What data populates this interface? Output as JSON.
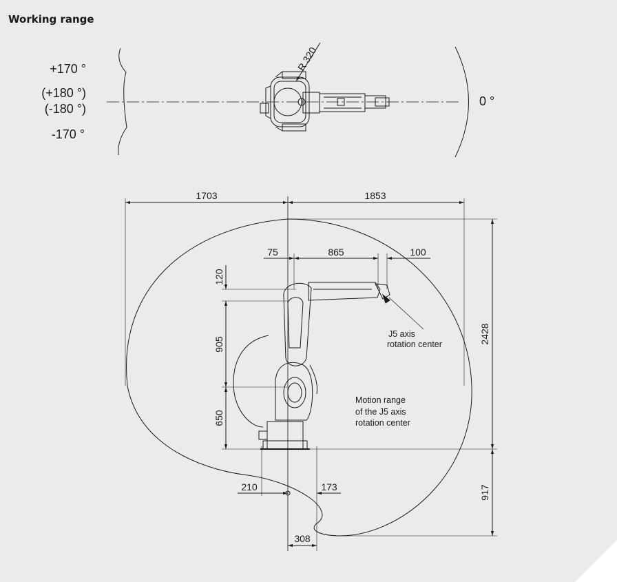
{
  "title": "Working range",
  "colors": {
    "background": "#ebebeb",
    "line": "#1a1a1a",
    "corner": "#ffffff"
  },
  "top_view": {
    "angles": {
      "pos170": "+170 °",
      "pos180": "(+180 °)",
      "neg180": "(-180 °)",
      "neg170": "-170 °",
      "zero": "0 °"
    },
    "radius_label": "R 320"
  },
  "side_view": {
    "dimensions": {
      "width_left": "1703",
      "width_right": "1853",
      "offset_75": "75",
      "link_865": "865",
      "flange_100": "100",
      "offset_120": "120",
      "link_905": "905",
      "base_650": "650",
      "height_2428": "2428",
      "depth_917": "917",
      "base_210": "210",
      "base_173": "173",
      "base_308": "308"
    },
    "annotations": {
      "j5_line1": "J5 axis",
      "j5_line2": "rotation center",
      "motion_line1": "Motion range",
      "motion_line2": "of the J5 axis",
      "motion_line3": "rotation center"
    }
  }
}
